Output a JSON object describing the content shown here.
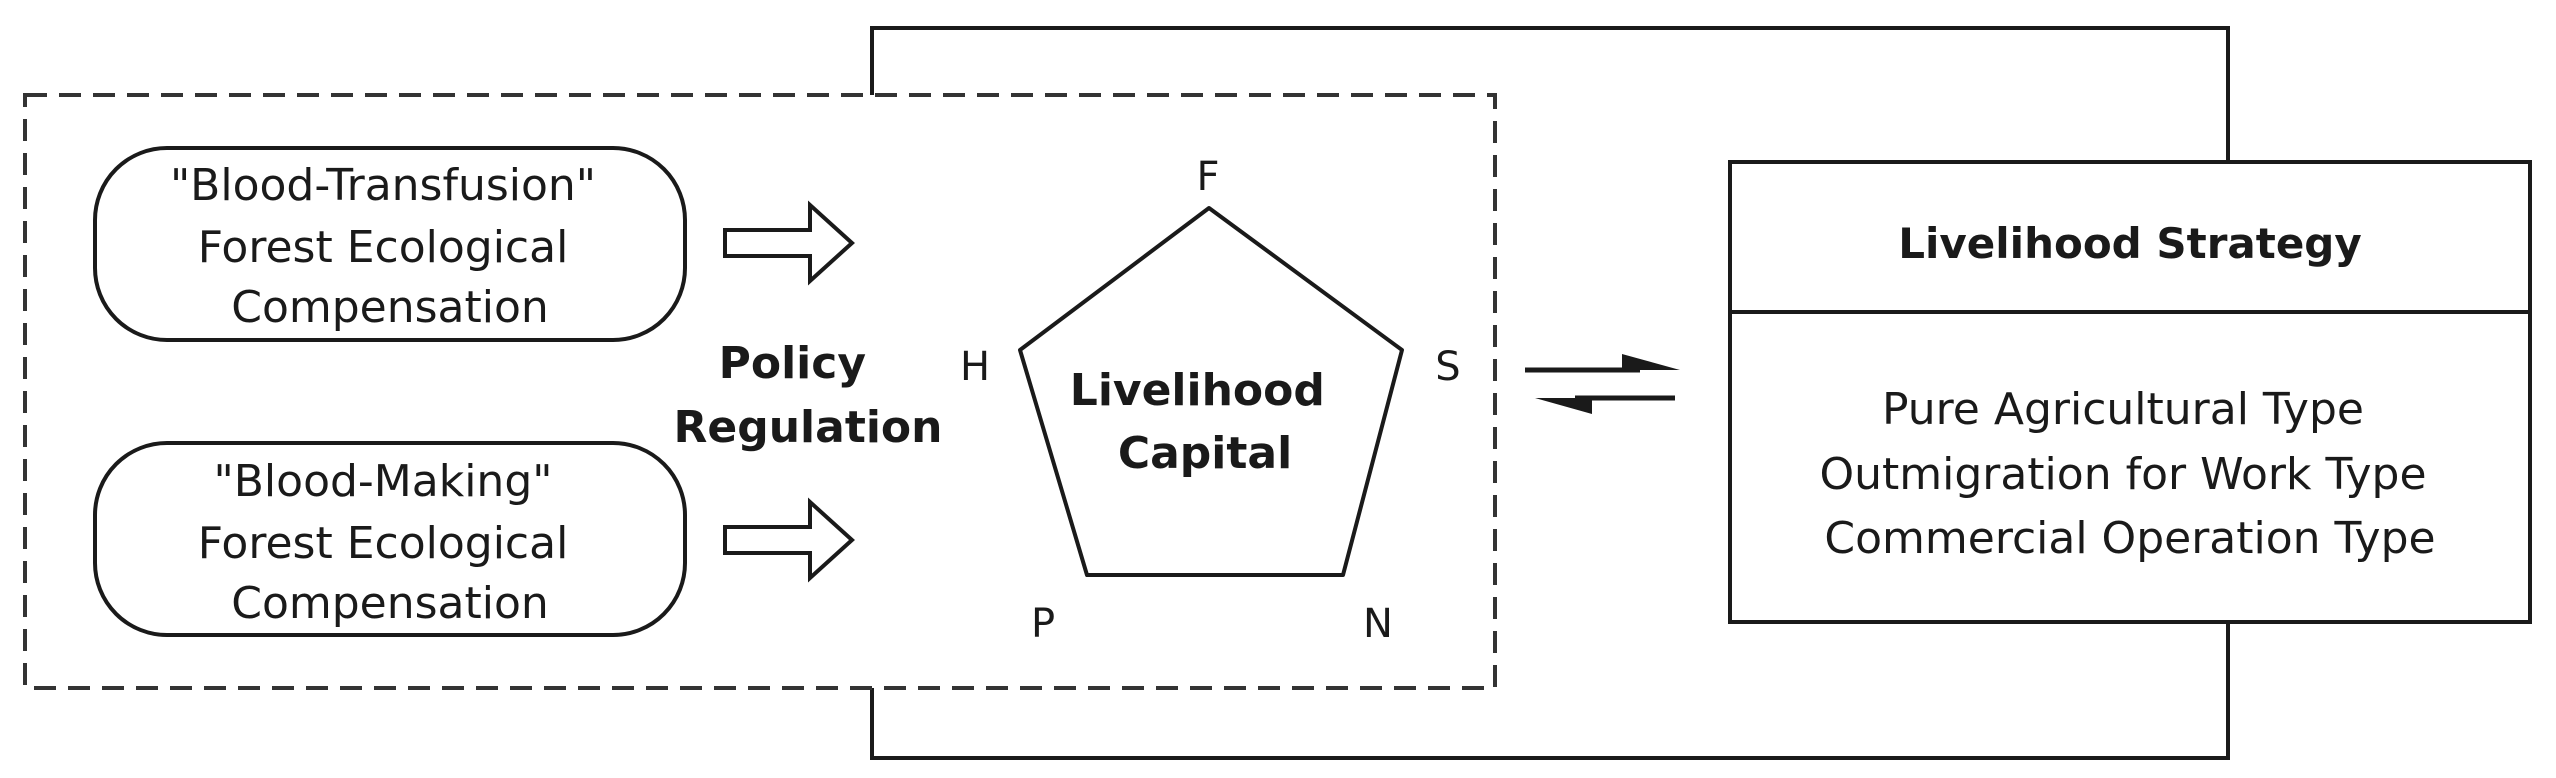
{
  "policy_inputs": [
    {
      "lines": [
        "\"Blood-Transfusion\"",
        "Forest Ecological",
        "Compensation"
      ]
    },
    {
      "lines": [
        "\"Blood-Making\"",
        "Forest Ecological",
        "Compensation"
      ]
    }
  ],
  "policy_regulation": {
    "lines": [
      "Policy",
      "Regulation"
    ]
  },
  "livelihood_capital": {
    "lines": [
      "Livelihood",
      "Capital"
    ],
    "vertices": {
      "top": "F",
      "right": "S",
      "bottom_right": "N",
      "bottom_left": "P",
      "left": "H"
    }
  },
  "livelihood_strategy": {
    "title": "Livelihood Strategy",
    "types": [
      "Pure Agricultural Type",
      "Outmigration for Work Type",
      "Commercial Operation Type"
    ]
  },
  "colors": {
    "line": "#1a1a1a",
    "dashed_border": "#333333",
    "background": "#ffffff"
  }
}
